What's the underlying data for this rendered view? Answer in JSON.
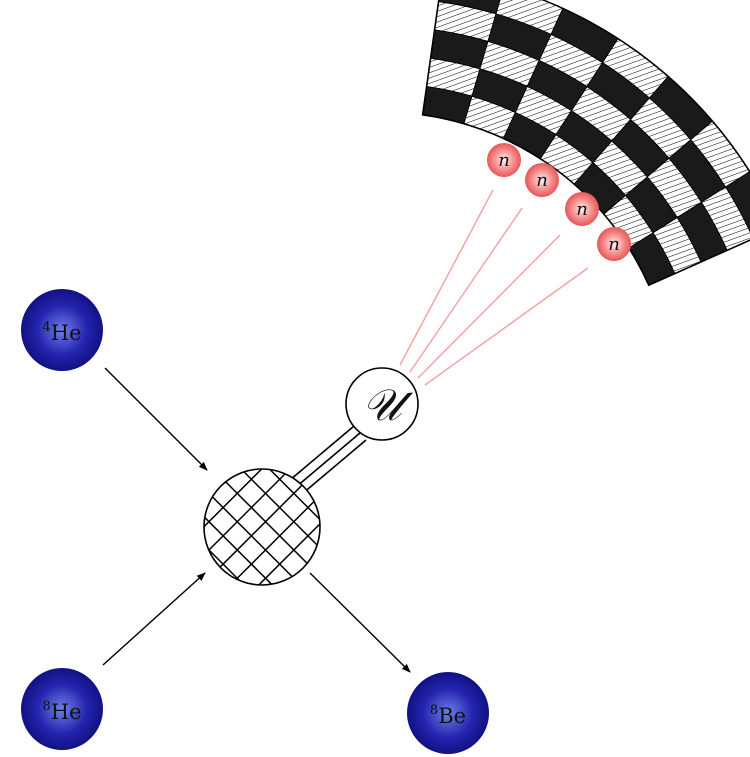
{
  "nuclei": {
    "he4": {
      "mass": "4",
      "symbol": "He"
    },
    "he8": {
      "mass": "8",
      "symbol": "He"
    },
    "be8": {
      "mass": "8",
      "symbol": "Be"
    }
  },
  "exchange": {
    "label": "𝒰"
  },
  "neutrons": [
    "n",
    "n",
    "n",
    "n"
  ],
  "colors": {
    "nucleus_fill": "#1a1aa6",
    "neutron_fill": "#f06666",
    "neutron_line": "#f4a0a0",
    "hatch": "#000000"
  }
}
